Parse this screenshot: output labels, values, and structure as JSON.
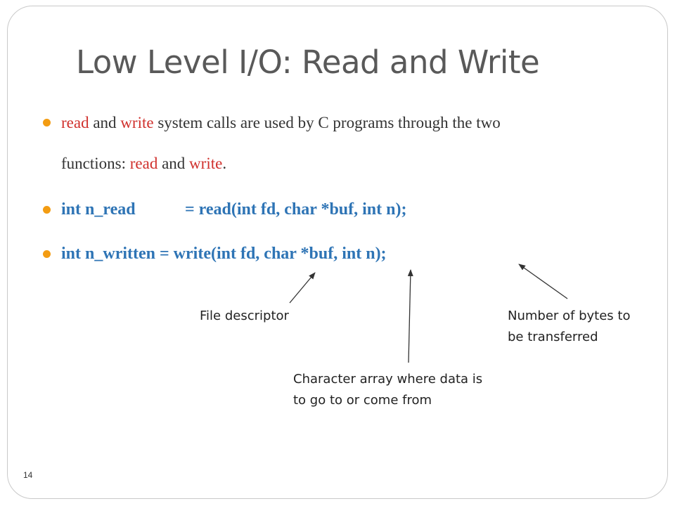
{
  "slide": {
    "title": "Low Level I/O: Read and Write",
    "page_number": "14"
  },
  "bullets": {
    "b1": {
      "w1": "read",
      "t1": " and ",
      "w2": "write",
      "t2": " system calls are used by C programs through the two",
      "line2_prefix": "functions: ",
      "w3": "read",
      "t3": " and ",
      "w4": "write",
      "t4": "."
    },
    "b2": {
      "left": "int n_read",
      "right": "= read(int fd, char *buf, int n);"
    },
    "b3": {
      "text": "int n_written = write(int fd, char *buf, int n);"
    }
  },
  "annotations": {
    "file_descriptor": "File descriptor",
    "bytes_line1": "Number of bytes to",
    "bytes_line2": "be transferred",
    "char_line1": "Character array where data is",
    "char_line2": "to go to or come from"
  },
  "colors": {
    "bullet": "#f39c12",
    "keyword_red": "#d0312d",
    "code_blue": "#2e74b5",
    "title_gray": "#595959"
  }
}
